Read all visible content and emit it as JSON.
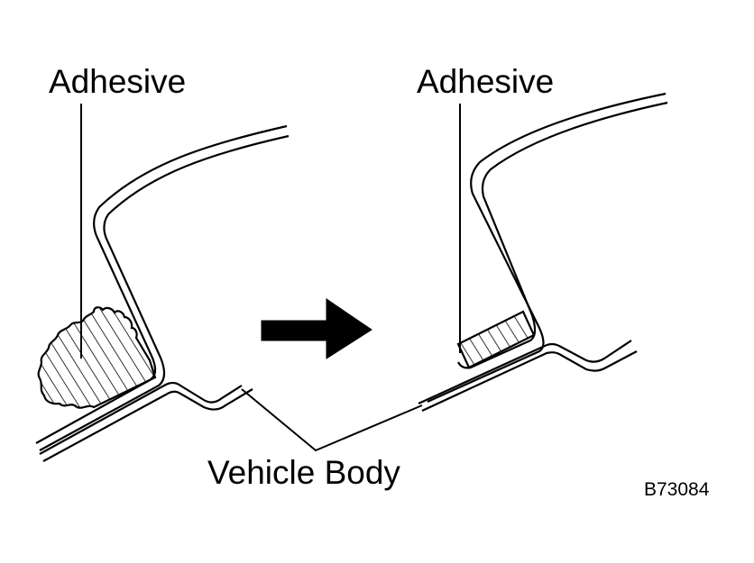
{
  "labels": {
    "adhesive_left": "Adhesive",
    "adhesive_right": "Adhesive",
    "vehicle_body": "Vehicle Body",
    "figure_code": "B73084"
  },
  "icons": {
    "arrow": "arrow-right-icon"
  },
  "colors": {
    "ink": "#000000",
    "background": "#ffffff"
  }
}
